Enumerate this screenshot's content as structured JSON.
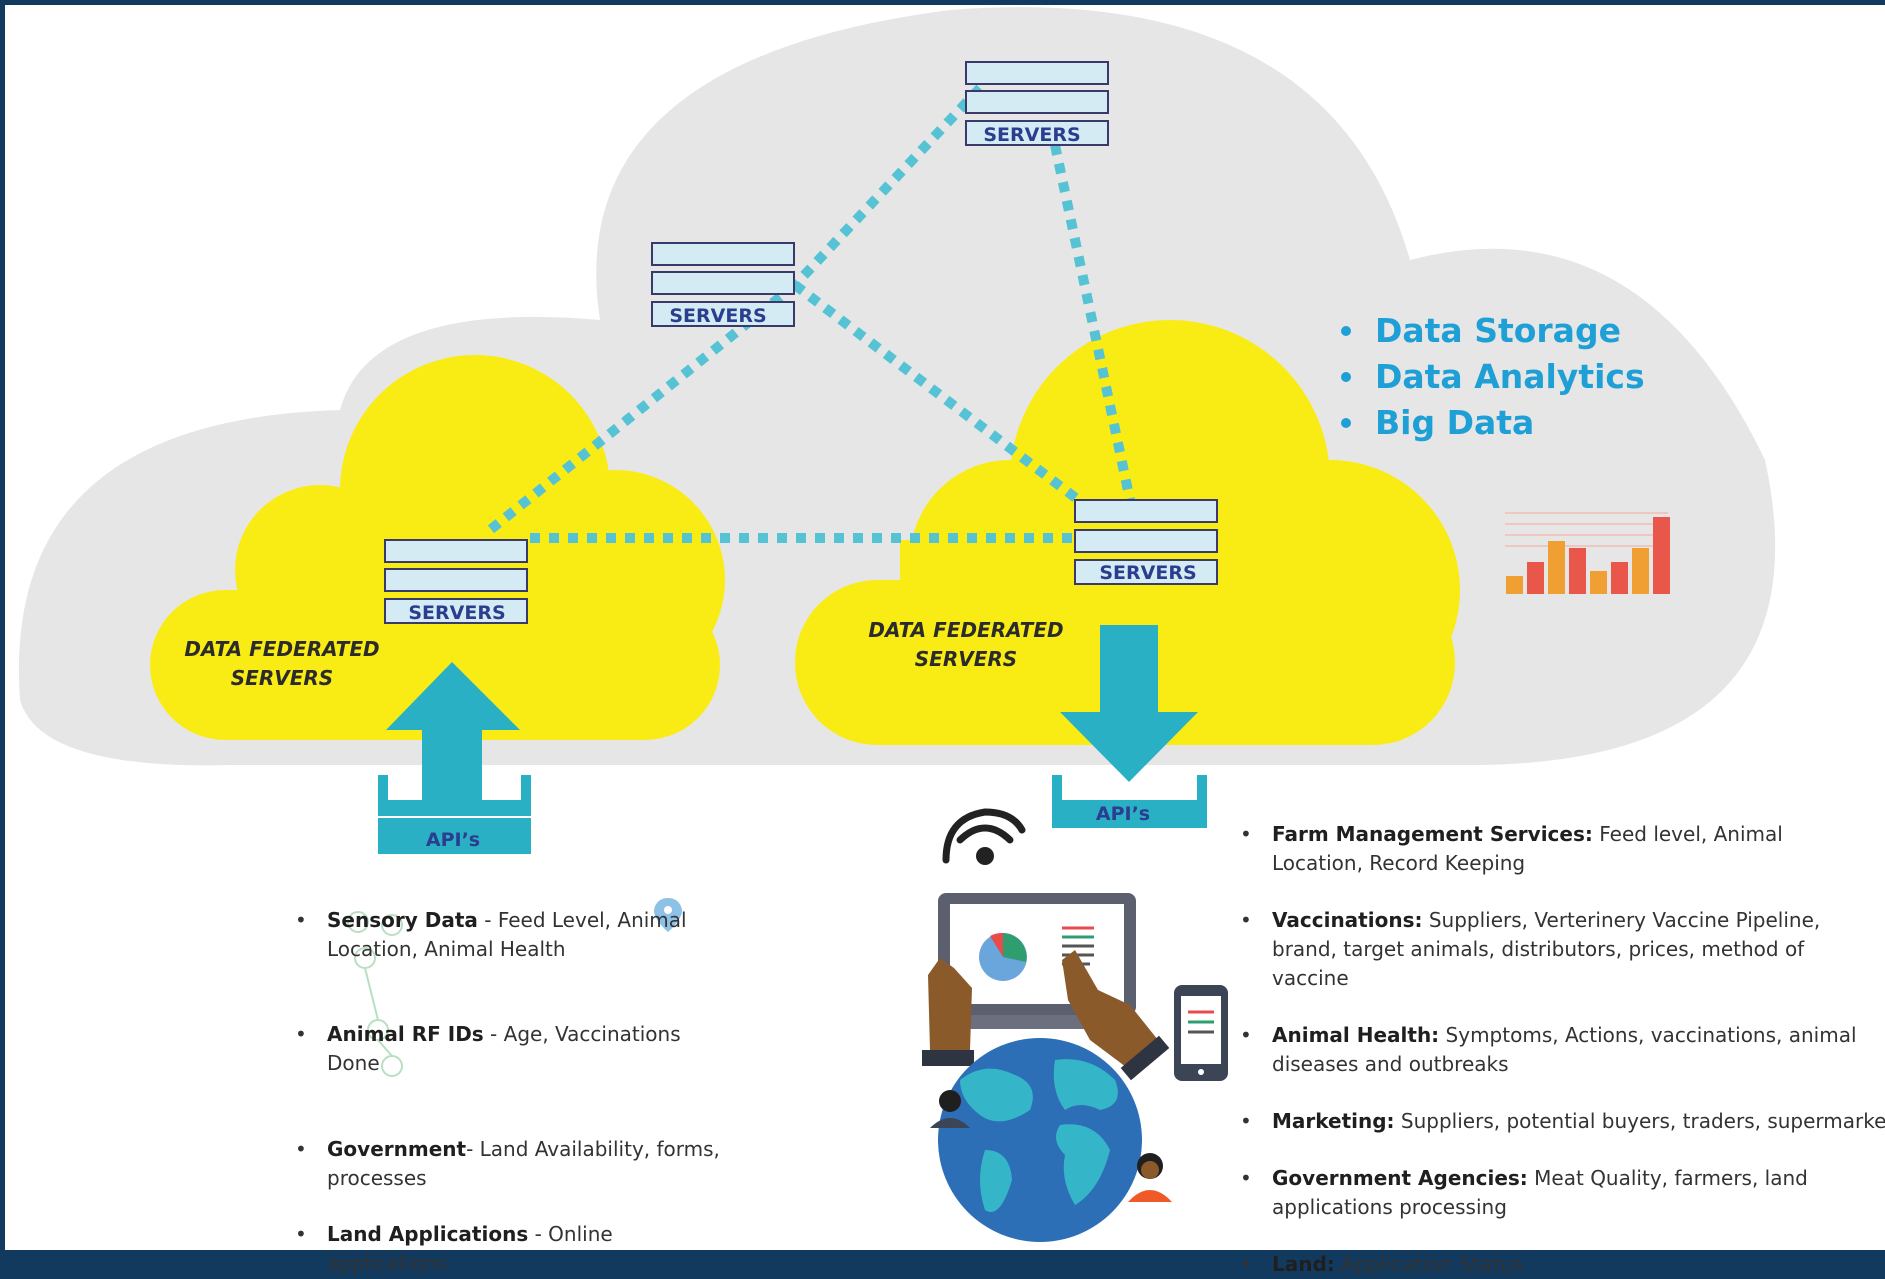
{
  "servers_label": "SERVERS",
  "federated_label": [
    "DATA FEDERATED",
    "SERVERS"
  ],
  "api_label": "API’s",
  "features": [
    "Data Storage",
    "Data Analytics",
    "Big Data"
  ],
  "bullet_glyph": "•",
  "left_items": [
    {
      "title": "Sensory Data",
      "sep": " - ",
      "text": "Feed Level, Animal Location, Animal Health"
    },
    {
      "title": "Animal RF IDs",
      "sep": " - ",
      "text": "Age, Vaccinations Done"
    },
    {
      "title": "Government",
      "sep": "- ",
      "text": "Land Availability, forms, processes"
    },
    {
      "title": "Land Applications",
      "sep": " - ",
      "text": "Online applications"
    }
  ],
  "right_items": [
    {
      "title": "Farm Management Services:",
      "sep": " ",
      "text": "Feed level, Animal Location, Record Keeping"
    },
    {
      "title": "Vaccinations:",
      "sep": " ",
      "text": "Suppliers, Verterinery Vaccine Pipeline, brand, target animals, distributors, prices, method of vaccine"
    },
    {
      "title": "Animal Health:",
      "sep": " ",
      "text": "Symptoms, Actions, vaccinations, animal diseases and outbreaks"
    },
    {
      "title": "Marketing:",
      "sep": " ",
      "text": "Suppliers, potential buyers, traders, supermarkets"
    },
    {
      "title": "Government Agencies:",
      "sep": " ",
      "text": "Meat Quality, farmers, land applications processing"
    },
    {
      "title": "Land:",
      "sep": " ",
      "text": "Application Status"
    }
  ],
  "colors": {
    "background": "#123a5e",
    "big_cloud": "#e6e6e6",
    "yellow_cloud": "#f9ec15",
    "teal": "#29b0c4",
    "link": "#56c3d4",
    "server_fill": "#d4ebf3",
    "server_stroke": "#3a3a6a",
    "feature_text": "#1e9fd6"
  },
  "icons": [
    "wifi-icon",
    "tablet-icon",
    "pie-chart-icon",
    "smartphone-icon",
    "globe-icon",
    "bar-chart-icon",
    "location-pin-icon",
    "hand-icon",
    "person-icon"
  ]
}
